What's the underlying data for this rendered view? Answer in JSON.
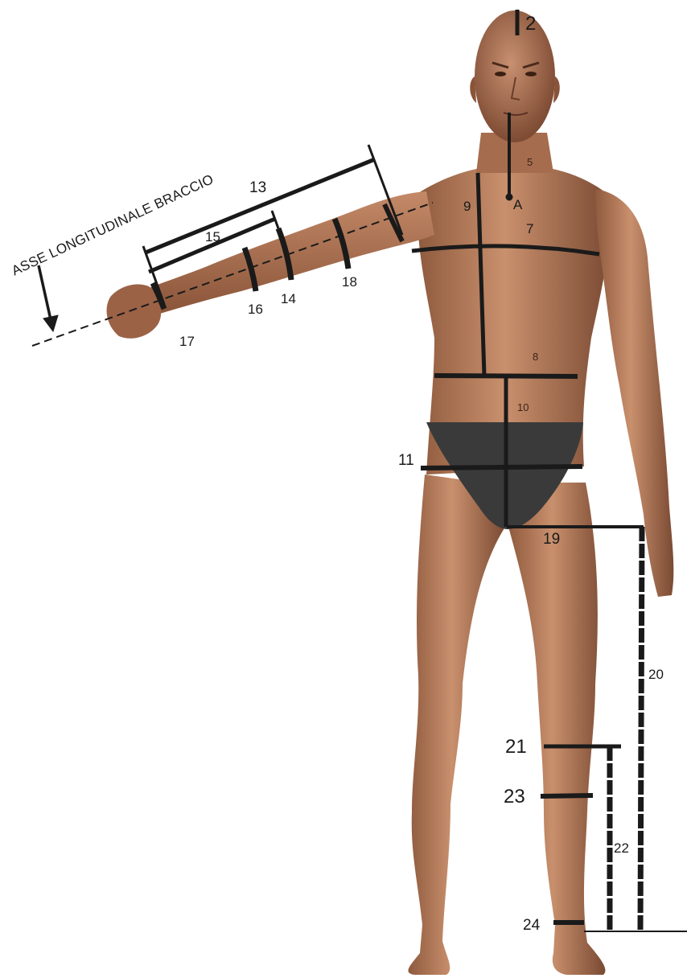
{
  "axis_label": "ASSE LONGITUDINALE BRACCIO",
  "labels": {
    "l2": "2",
    "l5": "5",
    "l7": "7",
    "l8": "8",
    "l9": "9",
    "lA": "A",
    "l10": "10",
    "l11": "11",
    "l13": "13",
    "l14": "14",
    "l15": "15",
    "l16": "16",
    "l17": "17",
    "l18": "18",
    "l19": "19",
    "l20": "20",
    "l21": "21",
    "l22": "22",
    "l23": "23",
    "l24": "24"
  },
  "colors": {
    "skin": "#b97a5a",
    "skin_shadow": "#7a4a33",
    "briefs": "#3a3a3a",
    "measure_line": "#1a1a1a",
    "background": "#ffffff"
  }
}
